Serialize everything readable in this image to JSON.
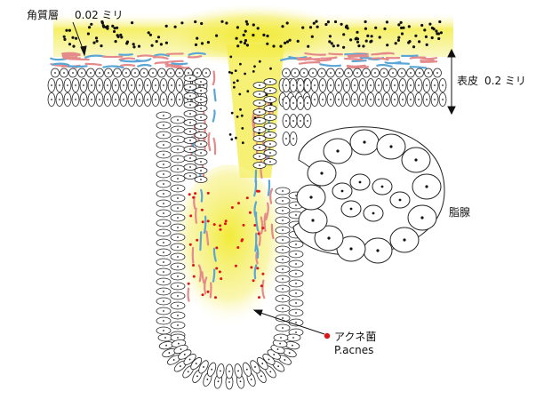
{
  "labels": {
    "stratum_corneum": "角質層",
    "stratum_corneum_thickness": "0.02 ミリ",
    "epidermis": "表皮",
    "epidermis_thickness": "0.2 ミリ",
    "sebaceous_gland": "脂腺",
    "bacteria_jp": "アクネ菌",
    "bacteria_en": "P.acnes"
  },
  "colors": {
    "keratin_glow": "#f3ee4a",
    "dots": "#111111",
    "bacteria": "#e01414",
    "fiber_red": "#e58a8a",
    "fiber_blue": "#5aa6d6",
    "cell_outline": "#222222"
  }
}
